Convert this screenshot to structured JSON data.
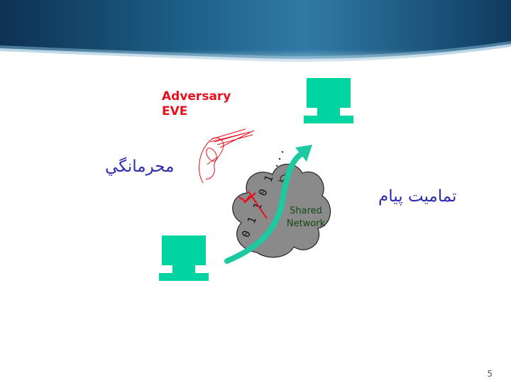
{
  "slide": {
    "adversary": {
      "line1": "Adversary",
      "line2": "EVE"
    },
    "confidentiality_label": "محرمانگي",
    "integrity_label": "تماميت پيام",
    "network": {
      "line1": "Shared",
      "line2": "Network"
    },
    "binary_stream": "0 1 1 0 1 ...",
    "page_number": "5"
  },
  "colors": {
    "computer": "#00d4a0",
    "arrow": "#1cc9a0",
    "adversary_text": "#e8101e",
    "persian_text": "#2b2bb0",
    "cloud_fill": "#8a8a8a",
    "eavesdrop_lines": "#e8101e",
    "banner_dark": "#0d3152",
    "banner_light": "#2f7ba6"
  },
  "icons": {
    "sender": "computer-terminal-icon",
    "receiver": "computer-terminal-icon",
    "eavesdropper": "ear-icon",
    "cloud": "network-cloud-icon"
  }
}
